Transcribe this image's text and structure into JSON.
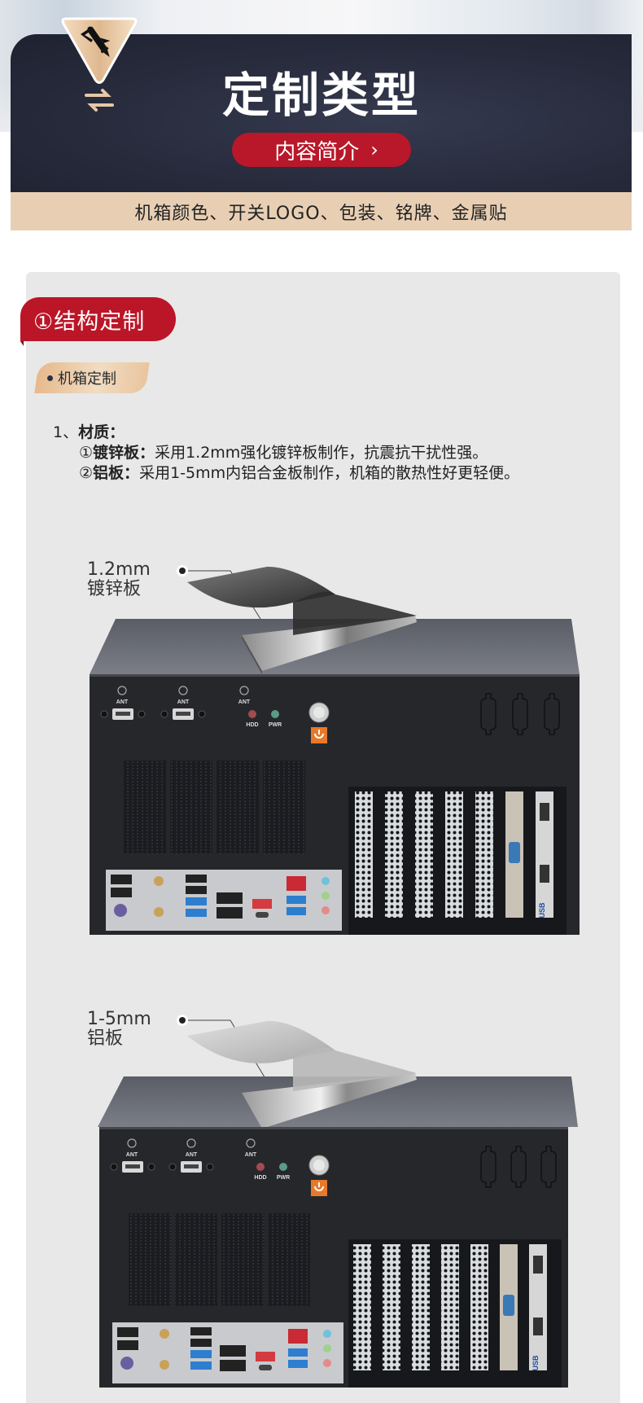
{
  "header": {
    "title": "定制类型",
    "intro_button": "内容简介",
    "intro_chevron": "›",
    "summary": "机箱颜色、开关LOGO、包装、铭牌、金属贴",
    "badge_icon": "pen-ruler-icon",
    "swap_icon": "swap-arrows-icon"
  },
  "colors": {
    "banner_dark": "#272b3c",
    "accent_red": "#b81829",
    "beige": "#e8cfb4",
    "card_gray": "#e8e8e8",
    "power_orange": "#e8782a"
  },
  "section": {
    "tag": "①结构定制",
    "sub_tag": "机箱定制",
    "spec": {
      "heading_num": "1、",
      "heading": "材质：",
      "items": [
        {
          "marker": "①",
          "name": "镀锌板：",
          "desc": "采用1.2mm强化镀锌板制作，抗震抗干扰性强。"
        },
        {
          "marker": "②",
          "name": "铝板：",
          "desc": "采用1-5mm内铝合金板制作，机箱的散热性好更轻便。"
        }
      ]
    }
  },
  "figures": [
    {
      "thickness": "1.2mm",
      "material": "镀锌板",
      "sheet_tone": "dark",
      "front_panel": {
        "ant": "ANT",
        "hdd": "HDD",
        "pwr": "PWR",
        "pci_slots": 5,
        "usb_card": "USB"
      }
    },
    {
      "thickness": "1-5mm",
      "material": "铝板",
      "sheet_tone": "light",
      "front_panel": {
        "ant": "ANT",
        "hdd": "HDD",
        "pwr": "PWR",
        "pci_slots": 5,
        "usb_card": "USB"
      }
    }
  ]
}
